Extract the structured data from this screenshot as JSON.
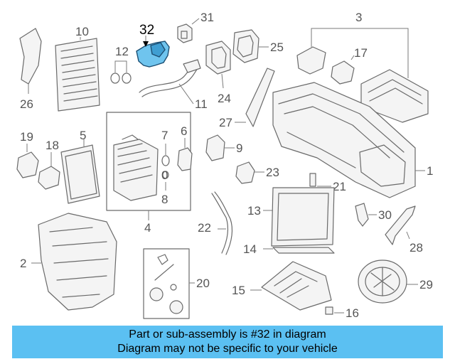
{
  "highlighted_part": "32",
  "callouts": [
    "32",
    "31",
    "10",
    "12",
    "3",
    "25",
    "17",
    "26",
    "11",
    "24",
    "27",
    "1",
    "19",
    "18",
    "5",
    "7",
    "6",
    "9",
    "23",
    "21",
    "0",
    "8",
    "22",
    "13",
    "30",
    "4",
    "14",
    "28",
    "2",
    "20",
    "15",
    "29",
    "16"
  ],
  "banner": {
    "line1": "Part or sub-assembly is #32 in diagram",
    "line2": "Diagram may not be specific to your vehicle"
  },
  "colors": {
    "highlight": "#6fc4ee",
    "banner": "#5bc0f2"
  }
}
